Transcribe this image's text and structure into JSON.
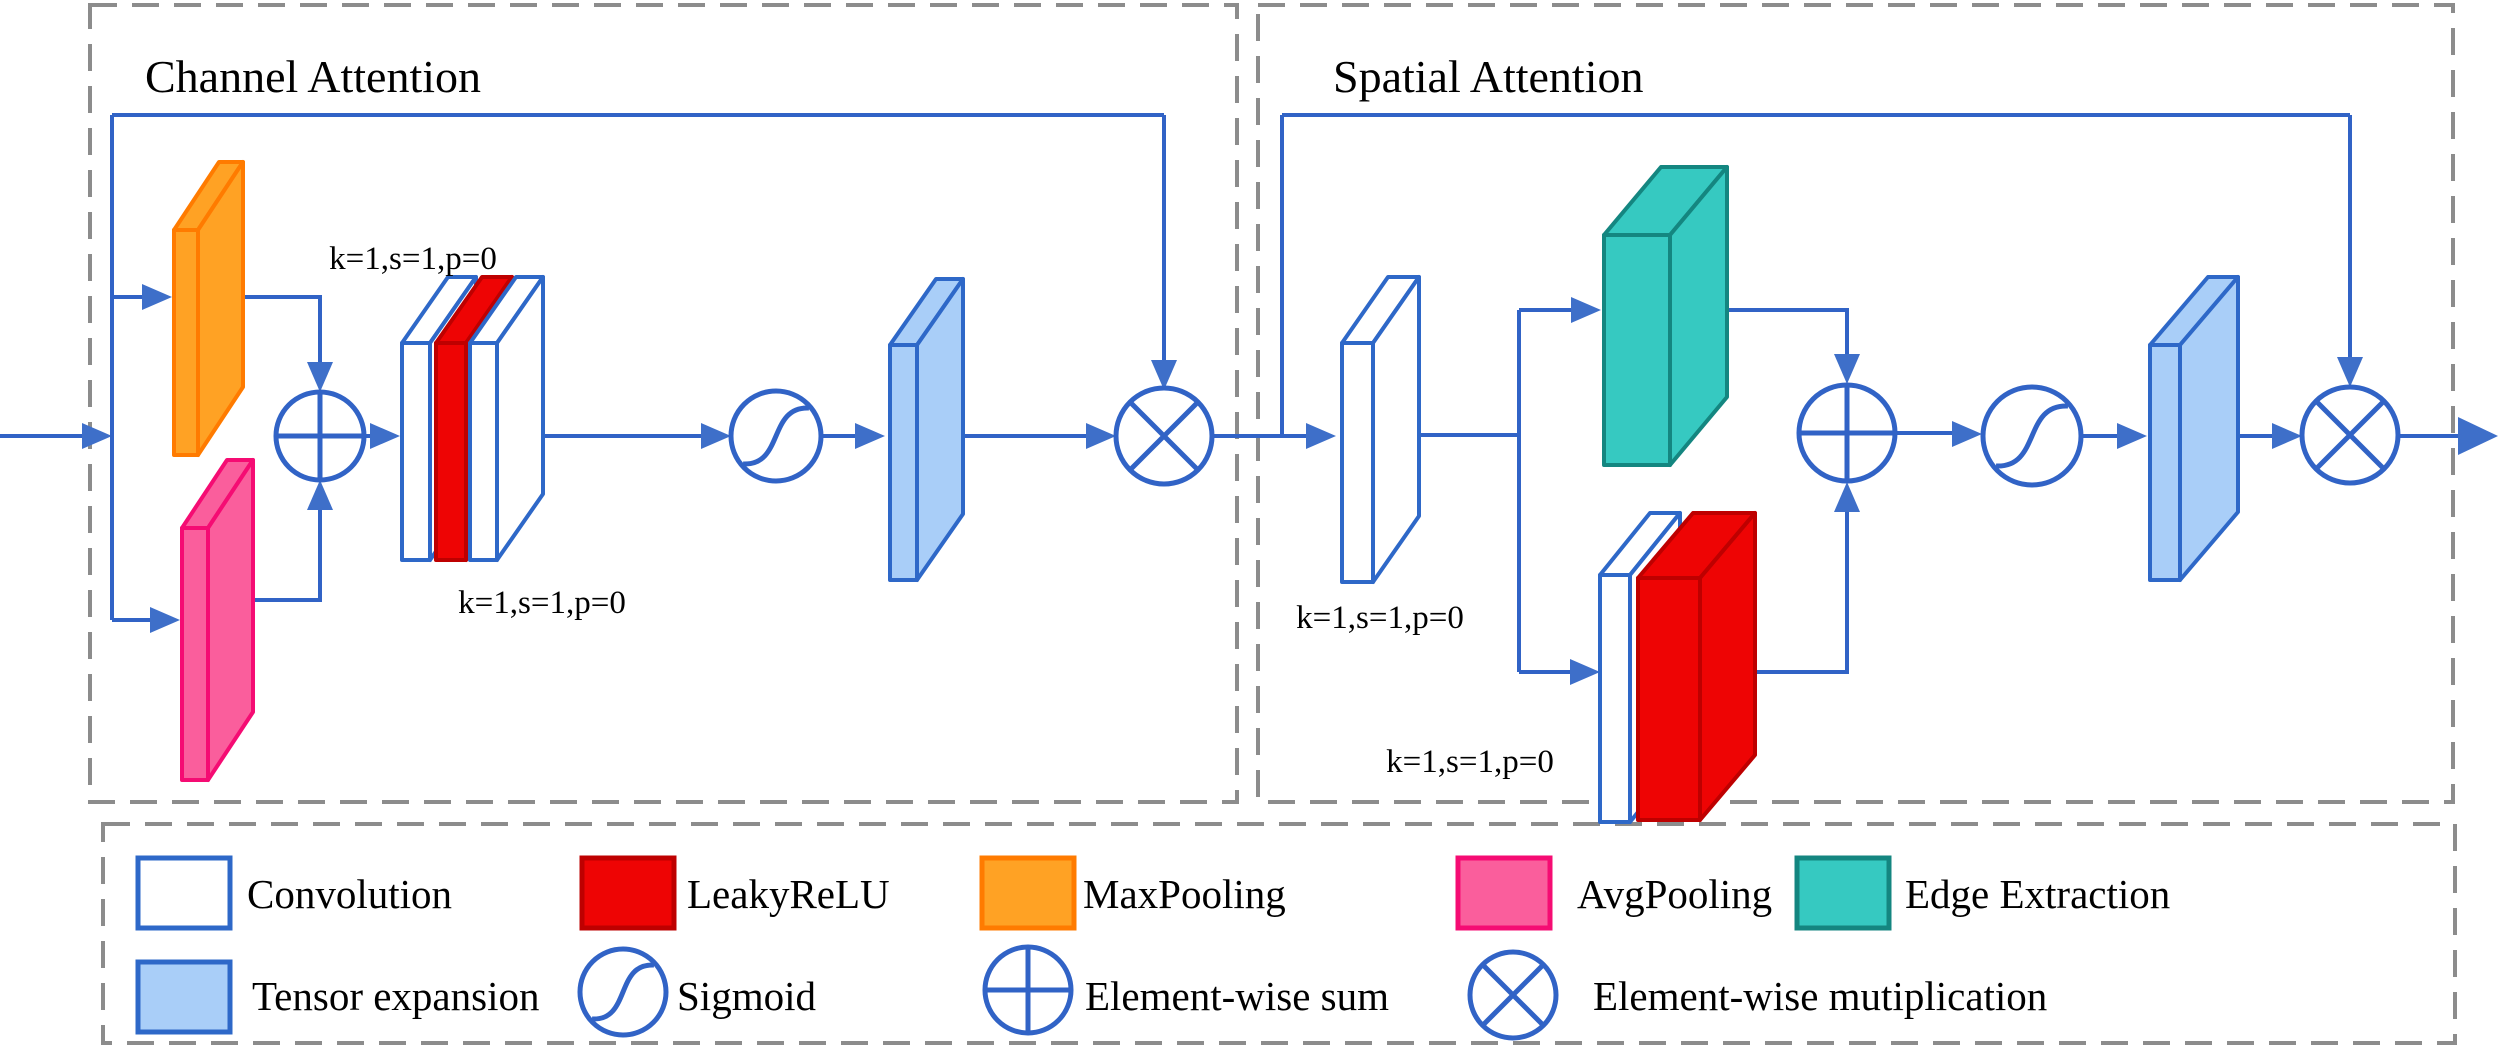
{
  "titles": {
    "channel": "Channel Attention",
    "spatial": "Spatial Attention"
  },
  "conv_params": {
    "channel_top": "k=1,s=1,p=0",
    "channel_bottom": "k=1,s=1,p=0",
    "spatial_conv": "k=1,s=1,p=0",
    "spatial_branch": "k=1,s=1,p=0"
  },
  "legend": {
    "row1": [
      {
        "label": "Convolution",
        "symbol": "convolution-swatch"
      },
      {
        "label": "LeakyReLU",
        "symbol": "leakyrelu-swatch"
      },
      {
        "label": "MaxPooling",
        "symbol": "maxpooling-swatch"
      },
      {
        "label": "AvgPooling",
        "symbol": "avgpooling-swatch"
      },
      {
        "label": "Edge Extraction",
        "symbol": "edge-extraction-swatch"
      }
    ],
    "row2": [
      {
        "label": "Tensor expansion",
        "symbol": "tensor-expansion-swatch"
      },
      {
        "label": "Sigmoid",
        "symbol": "sigmoid-icon"
      },
      {
        "label": "Element-wise sum",
        "symbol": "element-wise-sum-icon"
      },
      {
        "label": "Element-wise mutiplication",
        "symbol": "element-wise-multiplication-icon"
      }
    ]
  },
  "colors": {
    "line": "#3163C6",
    "arrow": "#3E6FC9",
    "blockStroke": "#2E68C8",
    "white": "#FFFFFF",
    "red": "#EE0404",
    "redStroke": "#BE0000",
    "orange": "#FFA224",
    "orangeStroke": "#FF7B00",
    "pink": "#FA5E9C",
    "pinkStroke": "#F50C73",
    "teal": "#36C9C1",
    "tealStroke": "#148680",
    "tensor": "#A9CEF8",
    "dash": "#8C8C8C",
    "text": "#000000"
  }
}
